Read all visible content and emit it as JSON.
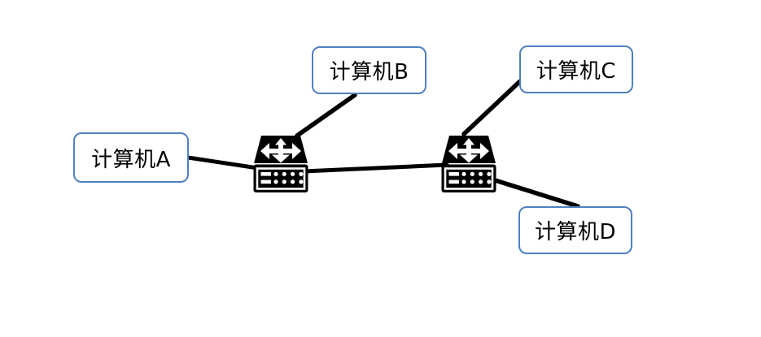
{
  "diagram": {
    "background": "#ffffff",
    "colors": {
      "node_border": "#4f81bd",
      "node_fill": "#ffffff",
      "node_text": "#000000",
      "edge": "#000000",
      "device_fill": "#000000",
      "device_detail": "#ffffff"
    },
    "nodes": [
      {
        "id": "computer-a",
        "type": "computer",
        "label": "计算机A"
      },
      {
        "id": "computer-b",
        "type": "computer",
        "label": "计算机B"
      },
      {
        "id": "computer-c",
        "type": "computer",
        "label": "计算机C"
      },
      {
        "id": "computer-d",
        "type": "computer",
        "label": "计算机D"
      }
    ],
    "devices": [
      {
        "id": "switch-1",
        "type": "switch",
        "icon": "workgroup-switch-icon"
      },
      {
        "id": "switch-2",
        "type": "switch",
        "icon": "workgroup-switch-icon"
      }
    ],
    "edges": [
      {
        "from": "computer-a",
        "to": "switch-1"
      },
      {
        "from": "computer-b",
        "to": "switch-1"
      },
      {
        "from": "switch-1",
        "to": "switch-2"
      },
      {
        "from": "computer-c",
        "to": "switch-2"
      },
      {
        "from": "computer-d",
        "to": "switch-2"
      }
    ]
  }
}
